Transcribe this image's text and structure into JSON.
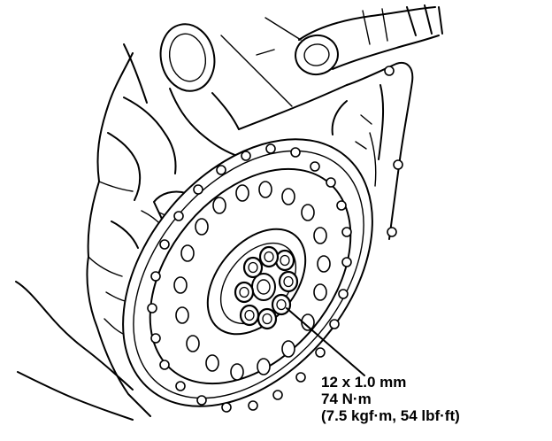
{
  "diagram": {
    "callout": {
      "size": "12 x 1.0 mm",
      "torque_nm": "74 N·m",
      "torque_alt": "(7.5 kgf·m, 54 lbf·ft)"
    }
  }
}
